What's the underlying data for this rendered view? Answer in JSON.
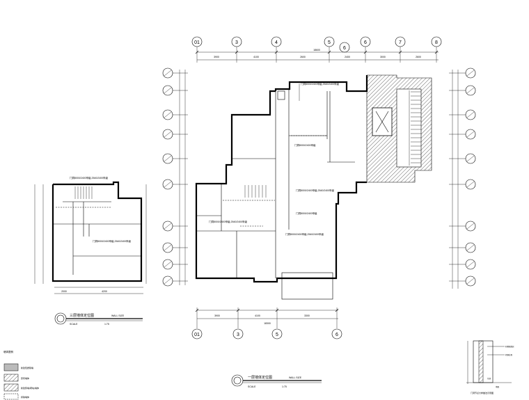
{
  "axis_tags": {
    "top": [
      "01",
      "3",
      "4",
      "5",
      "6",
      "7",
      "8"
    ],
    "mid_top": "6",
    "bottom": [
      "01",
      "3",
      "5",
      "6"
    ]
  },
  "dimensions": {
    "top": [
      "3900",
      "4100",
      "2600",
      "2400",
      "3000",
      "2600"
    ],
    "top_total": "18600",
    "bottom": [
      "3900",
      "4100",
      "3300"
    ],
    "bottom_total": "18300",
    "left_plan_bottom": [
      "2000",
      "4200"
    ]
  },
  "notes": {
    "main_1": "门洞8000/2400甲级,2540/2400甲级",
    "main_2": "门洞8000/2400甲级,2540/2400甲级",
    "main_3": "门洞8000/2400甲级",
    "left_1": "门洞8000/2400甲级,2540/2400甲级",
    "left_2": "门洞8000/2400甲级,2540/2400甲级"
  },
  "titles": {
    "left_plan": "三层墙体定位图",
    "left_scale_label": "SCALE",
    "left_scale_value": "1:75",
    "left_wall_label": "WALL SIZE",
    "main_plan": "一层墙体定位图",
    "main_scale_label": "SCALE",
    "main_scale_value": "1:75",
    "main_wall_label": "WALL SIZE",
    "detail": "门洞节点大样做法示意图"
  },
  "legend": {
    "heading": "墙体图例",
    "items": [
      "新建轻质隔墙",
      "原有墙体",
      "新建砖墙(砌块)墙体",
      "拆除墙体"
    ]
  },
  "detail_labels": [
    "石膏板面层",
    "轻钢龙骨",
    "吊顶",
    "地面"
  ]
}
